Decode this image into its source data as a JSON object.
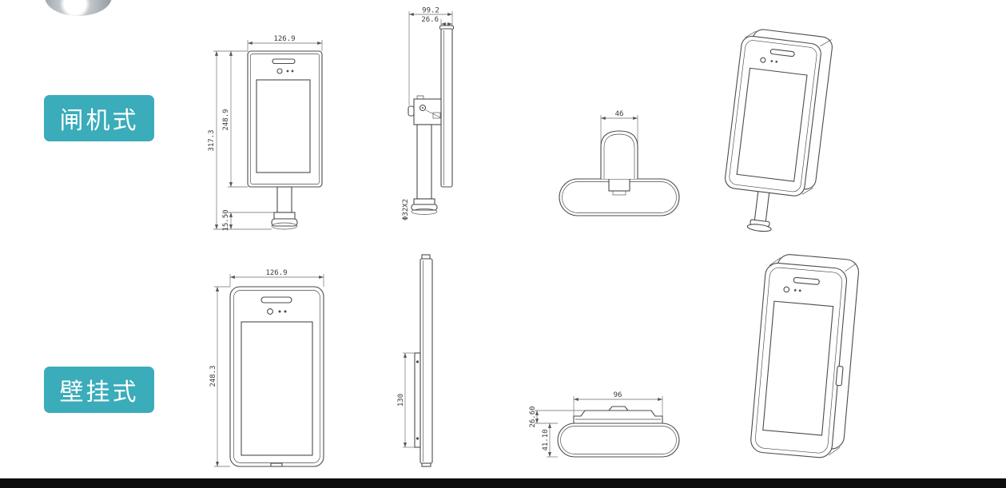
{
  "page": {
    "background": "#ffffff",
    "footer_bar_color": "#0d0d0d",
    "accent_color": "#3aacba",
    "line_color": "#4b4b4b"
  },
  "badges": {
    "gate": "闸机式",
    "wall": "壁挂式"
  },
  "gate": {
    "front": {
      "width": "126.9",
      "total_height": "317.3",
      "body_height": "248.9",
      "base_height": "15.50"
    },
    "side": {
      "total_depth": "99.2",
      "panel_depth": "26.6",
      "pole_spec": "Φ32X2"
    },
    "top": {
      "clamp_width": "46"
    }
  },
  "wall": {
    "front": {
      "width": "126.9",
      "height": "248.3"
    },
    "side": {
      "bracket_height": "130"
    },
    "top": {
      "bracket_width": "96",
      "bracket_depth": "26.60",
      "total_depth": "41.10"
    }
  }
}
